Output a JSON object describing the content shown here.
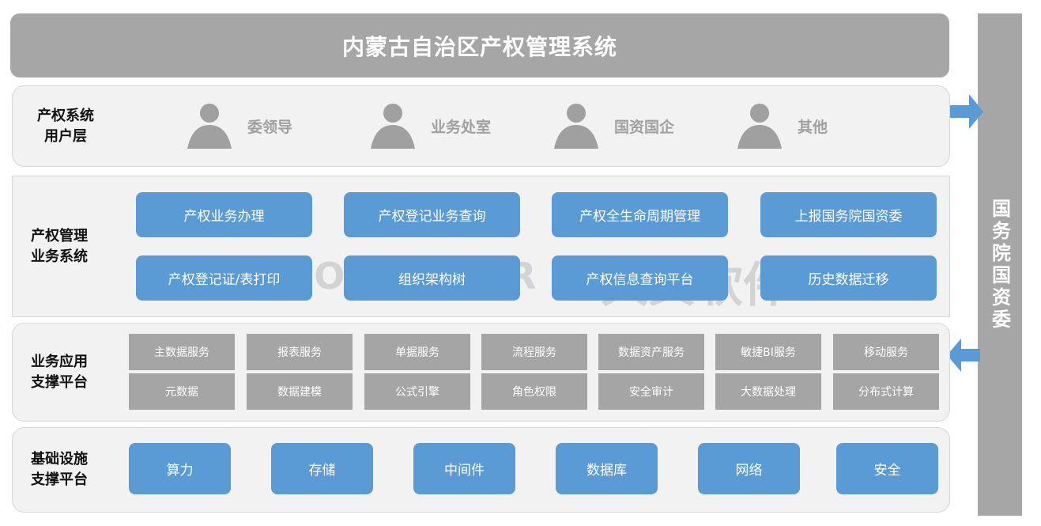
{
  "title": "内蒙古自治区产权管理系统",
  "side": "国务院国资委",
  "layers": {
    "users": {
      "label": "产权系统\n用户层",
      "items": [
        "委领导",
        "业务处室",
        "国资国企",
        "其他"
      ]
    },
    "biz": {
      "label": "产权管理\n业务系统",
      "items": [
        "产权业务办理",
        "产权登记业务查询",
        "产权全生命周期管理",
        "上报国务院国资委",
        "产权登记证/表打印",
        "组织架构树",
        "产权信息查询平台",
        "历史数据迁移"
      ]
    },
    "support": {
      "label": "业务应用\n支撑平台",
      "items": [
        "主数据服务",
        "报表服务",
        "单据服务",
        "流程服务",
        "数据资产服务",
        "敏捷BI服务",
        "移动服务",
        "元数据",
        "数据建模",
        "公式引擎",
        "角色权限",
        "安全审计",
        "大数据处理",
        "分布式计算"
      ]
    },
    "infra": {
      "label": "基础设施\n支撑平台",
      "items": [
        "算力",
        "存储",
        "中间件",
        "数据库",
        "网络",
        "安全"
      ]
    }
  },
  "watermark": {
    "en": "JOIN CHEER",
    "cn": "久其软件"
  },
  "colors": {
    "blue": "#5b9bd5",
    "gray": "#a6a6a6"
  }
}
